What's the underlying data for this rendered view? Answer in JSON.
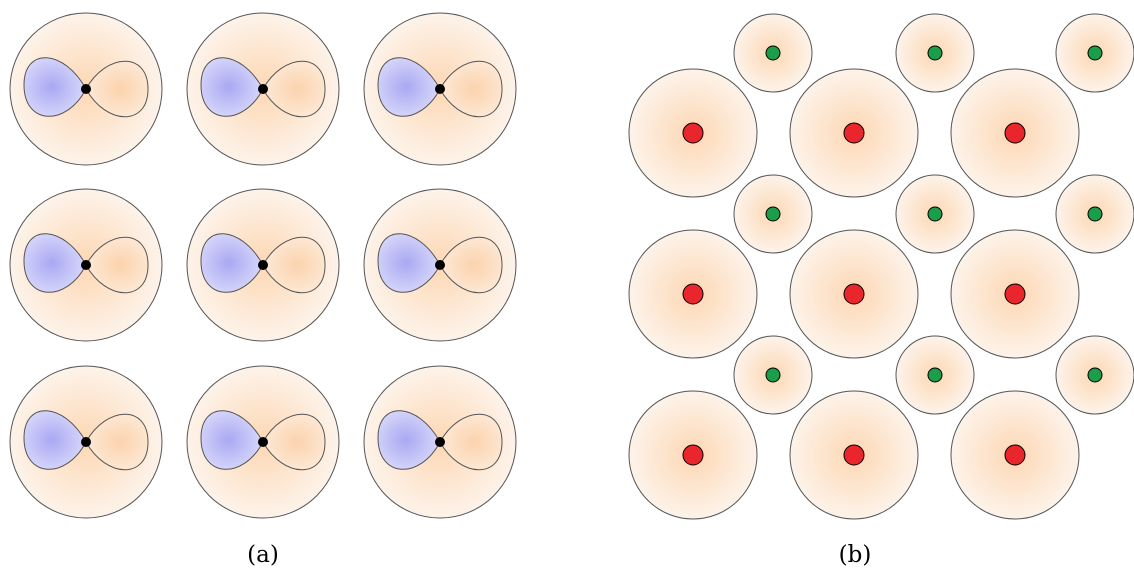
{
  "panels": {
    "a": {
      "label": "(a)",
      "grid": {
        "rows": 3,
        "cols": 3
      },
      "atom_fill_color": "#fde3c8",
      "lobe_left_color": "#b9b8f5",
      "lobe_right_color": "#fde0c4",
      "nucleus_color": "#000000"
    },
    "b": {
      "label": "(b)",
      "large_atoms": {
        "rows": 3,
        "cols": 3,
        "nucleus_color": "#e8262b"
      },
      "small_atoms": {
        "rows": 3,
        "cols": 3,
        "nucleus_color": "#1a9e4a"
      },
      "atom_fill_color": "#fde3c8"
    }
  },
  "outline_color": "#555555"
}
